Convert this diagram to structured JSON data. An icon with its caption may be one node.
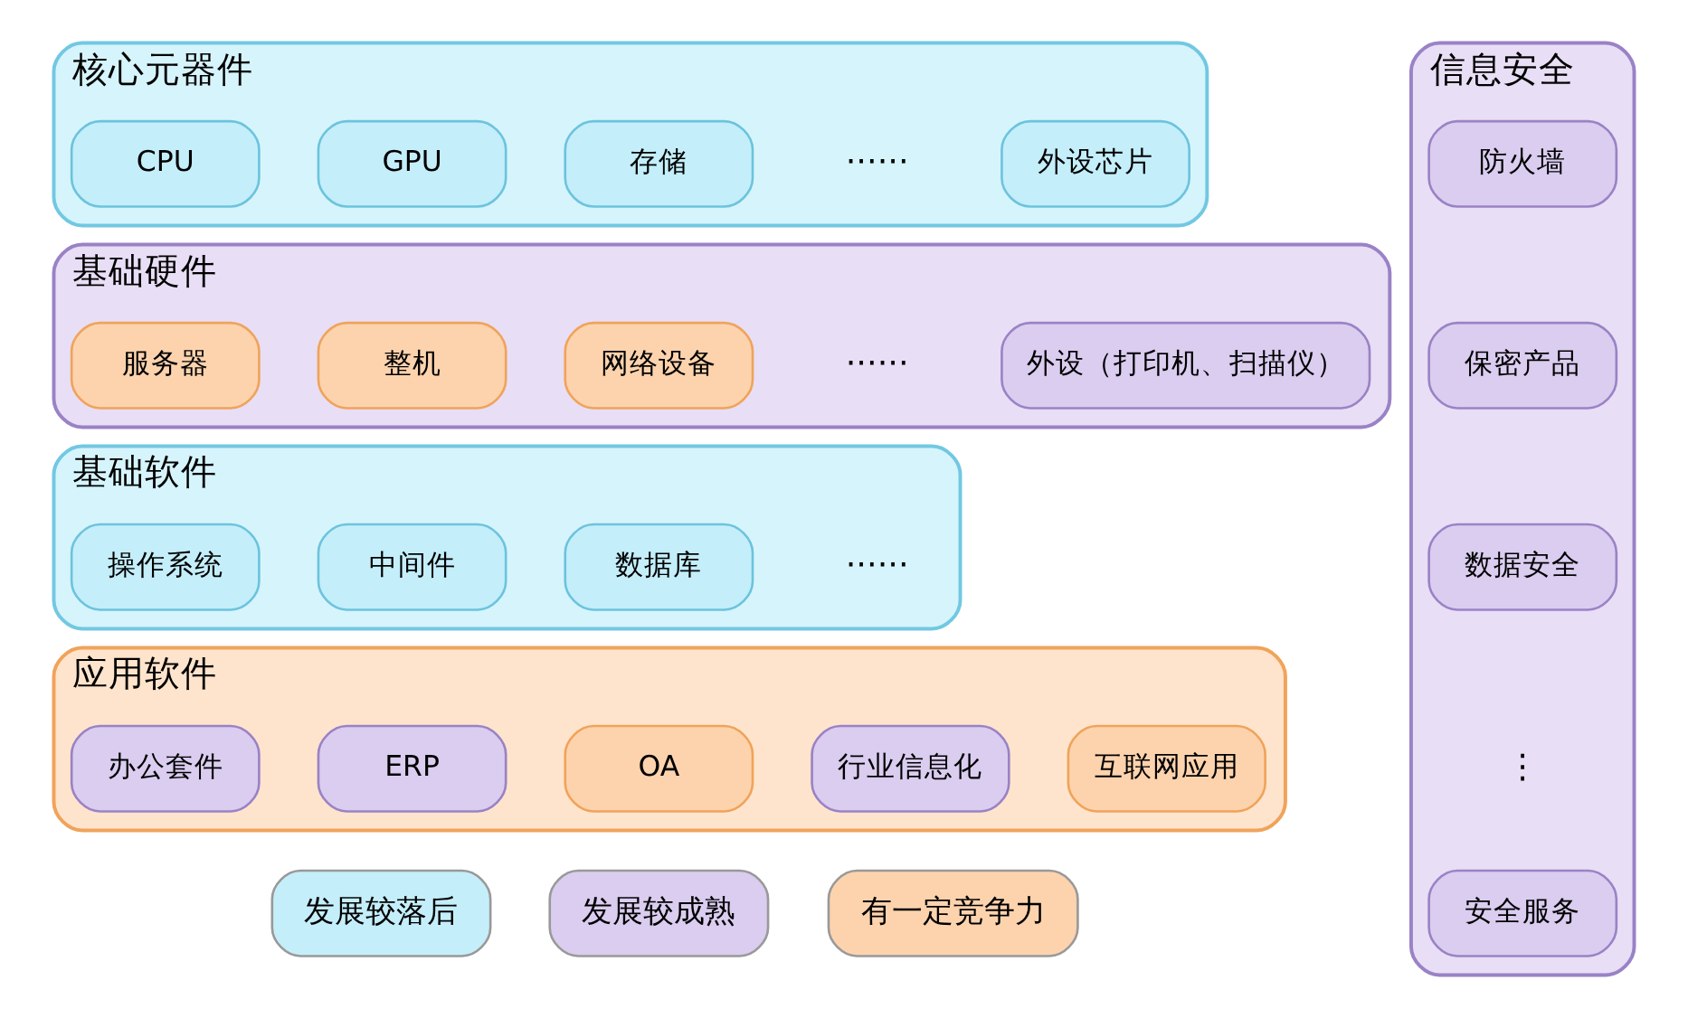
{
  "diagram": {
    "nodes": [
      {
        "text": [
          "核心元器件"
        ]
      },
      {
        "text": [
          "CPU"
        ],
        "in": 0
      },
      {
        "text": [
          "GPU"
        ],
        "in": 0
      },
      {
        "text": [
          "存储"
        ],
        "in": 0
      },
      {
        "text": [
          "······"
        ],
        "in": 0
      },
      {
        "text": [
          "外设芯片"
        ],
        "in": 0
      },
      {
        "text": [
          "基础硬件"
        ]
      },
      {
        "text": [
          "服务器"
        ],
        "in": 6
      },
      {
        "text": [
          "整机"
        ],
        "in": 6
      },
      {
        "text": [
          "网络设备"
        ],
        "in": 6
      },
      {
        "text": [
          "······"
        ],
        "in": 6
      },
      {
        "text": [
          "外设（打印机、扫描仪）"
        ],
        "in": 6
      },
      {
        "text": [
          "基础软件"
        ]
      },
      {
        "text": [
          "操作系统"
        ],
        "in": 12
      },
      {
        "text": [
          "中间件"
        ],
        "in": 12
      },
      {
        "text": [
          "数据库"
        ],
        "in": 12
      },
      {
        "text": [
          "······"
        ],
        "in": 12
      },
      {
        "text": [
          "应用软件"
        ]
      },
      {
        "text": [
          "办公套件"
        ],
        "in": 17
      },
      {
        "text": [
          "ERP"
        ],
        "in": 17
      },
      {
        "text": [
          "OA"
        ],
        "in": 17
      },
      {
        "text": [
          "行业信息化"
        ],
        "in": 17
      },
      {
        "text": [
          "互联网应用"
        ],
        "in": 17
      },
      {
        "text": [
          "信息安全"
        ]
      },
      {
        "text": [
          "防火墙"
        ],
        "in": 23
      },
      {
        "text": [
          "保密产品"
        ],
        "in": 23
      },
      {
        "text": [
          "数据安全"
        ],
        "in": 23
      },
      {
        "text": [
          "⋮"
        ],
        "in": 23
      },
      {
        "text": [
          "安全服务"
        ],
        "in": 23
      }
    ],
    "edges": [],
    "legend": [
      {
        "text": "发展较落后",
        "color": "#c4eefa"
      },
      {
        "text": "发展较成熟",
        "color": "#dacdef"
      },
      {
        "text": "有一定竞争力",
        "color": "#fdd3ae"
      }
    ]
  }
}
